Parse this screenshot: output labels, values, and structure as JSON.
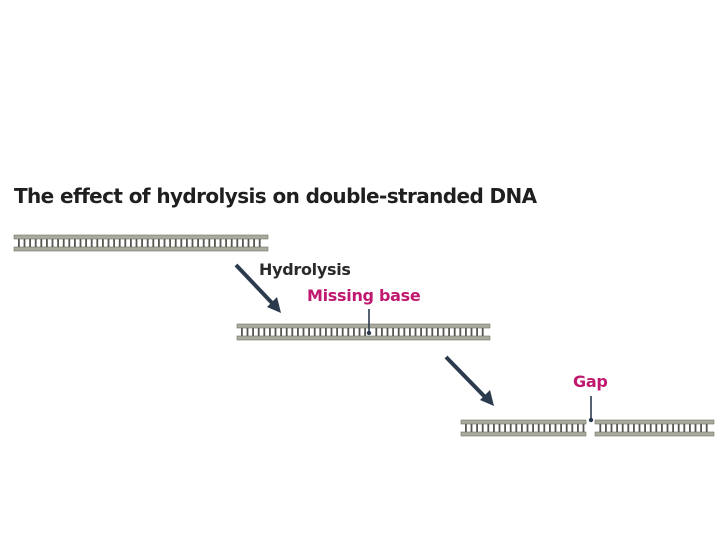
{
  "title": "The effect of hydrolysis on double-stranded DNA",
  "labels": {
    "hydrolysis": "Hydrolysis",
    "missing_base": "Missing base",
    "gap": "Gap"
  },
  "colors": {
    "title_text": "#1f1f1f",
    "highlight_text": "#c0186e",
    "backbone": "#a9ab9c",
    "backbone_edge": "#6f7166",
    "rung": "#55564f",
    "arrow": "#2c3a4e"
  },
  "icons": {
    "arrow": "diagonal-down-right-arrow",
    "pointer": "down-pointer-arrow"
  }
}
